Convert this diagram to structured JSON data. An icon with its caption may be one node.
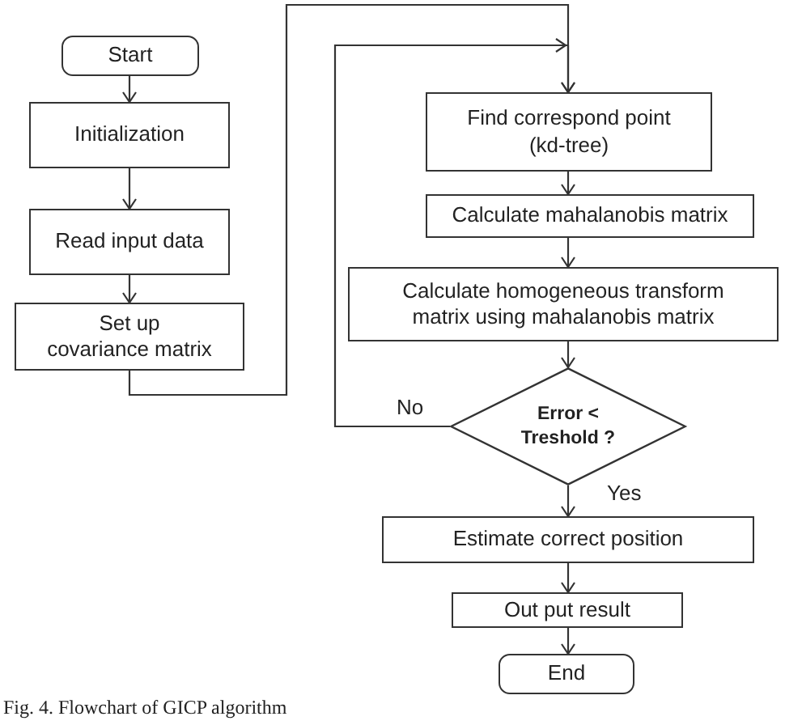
{
  "diagram": {
    "caption": "Fig. 4. Flowchart of GICP algorithm",
    "nodes": [
      {
        "text": [
          "Start"
        ]
      },
      {
        "text": [
          "Initialization"
        ]
      },
      {
        "text": [
          "Read input data"
        ]
      },
      {
        "text": [
          "Set up covariance matrix"
        ]
      },
      {
        "text": [
          "Find correspond point (kd-tree)"
        ]
      },
      {
        "text": [
          "Calculate mahalanobis matrix"
        ]
      },
      {
        "text": [
          "Calculate homogeneous transform matrix using mahalanobis matrix"
        ]
      },
      {
        "text": [
          "Error < Treshold ?"
        ]
      },
      {
        "text": [
          "Estimate correct position"
        ]
      },
      {
        "text": [
          "Out put result"
        ]
      },
      {
        "text": [
          "End"
        ]
      }
    ],
    "edges": [
      {
        "from": 0,
        "to": 1,
        "arrow": "to"
      },
      {
        "from": 1,
        "to": 2,
        "arrow": "to"
      },
      {
        "from": 2,
        "to": 3,
        "arrow": "to"
      },
      {
        "from": 3,
        "to": 4,
        "arrow": "to"
      },
      {
        "from": 4,
        "to": 5,
        "arrow": "to"
      },
      {
        "from": 5,
        "to": 6,
        "arrow": "to"
      },
      {
        "from": 6,
        "to": 7,
        "arrow": "to"
      },
      {
        "from": 7,
        "to": 4,
        "arrow": "to",
        "label": "No"
      },
      {
        "from": 7,
        "to": 8,
        "arrow": "to",
        "label": "Yes"
      },
      {
        "from": 8,
        "to": 9,
        "arrow": "to"
      },
      {
        "from": 9,
        "to": 10,
        "arrow": "to"
      }
    ]
  }
}
